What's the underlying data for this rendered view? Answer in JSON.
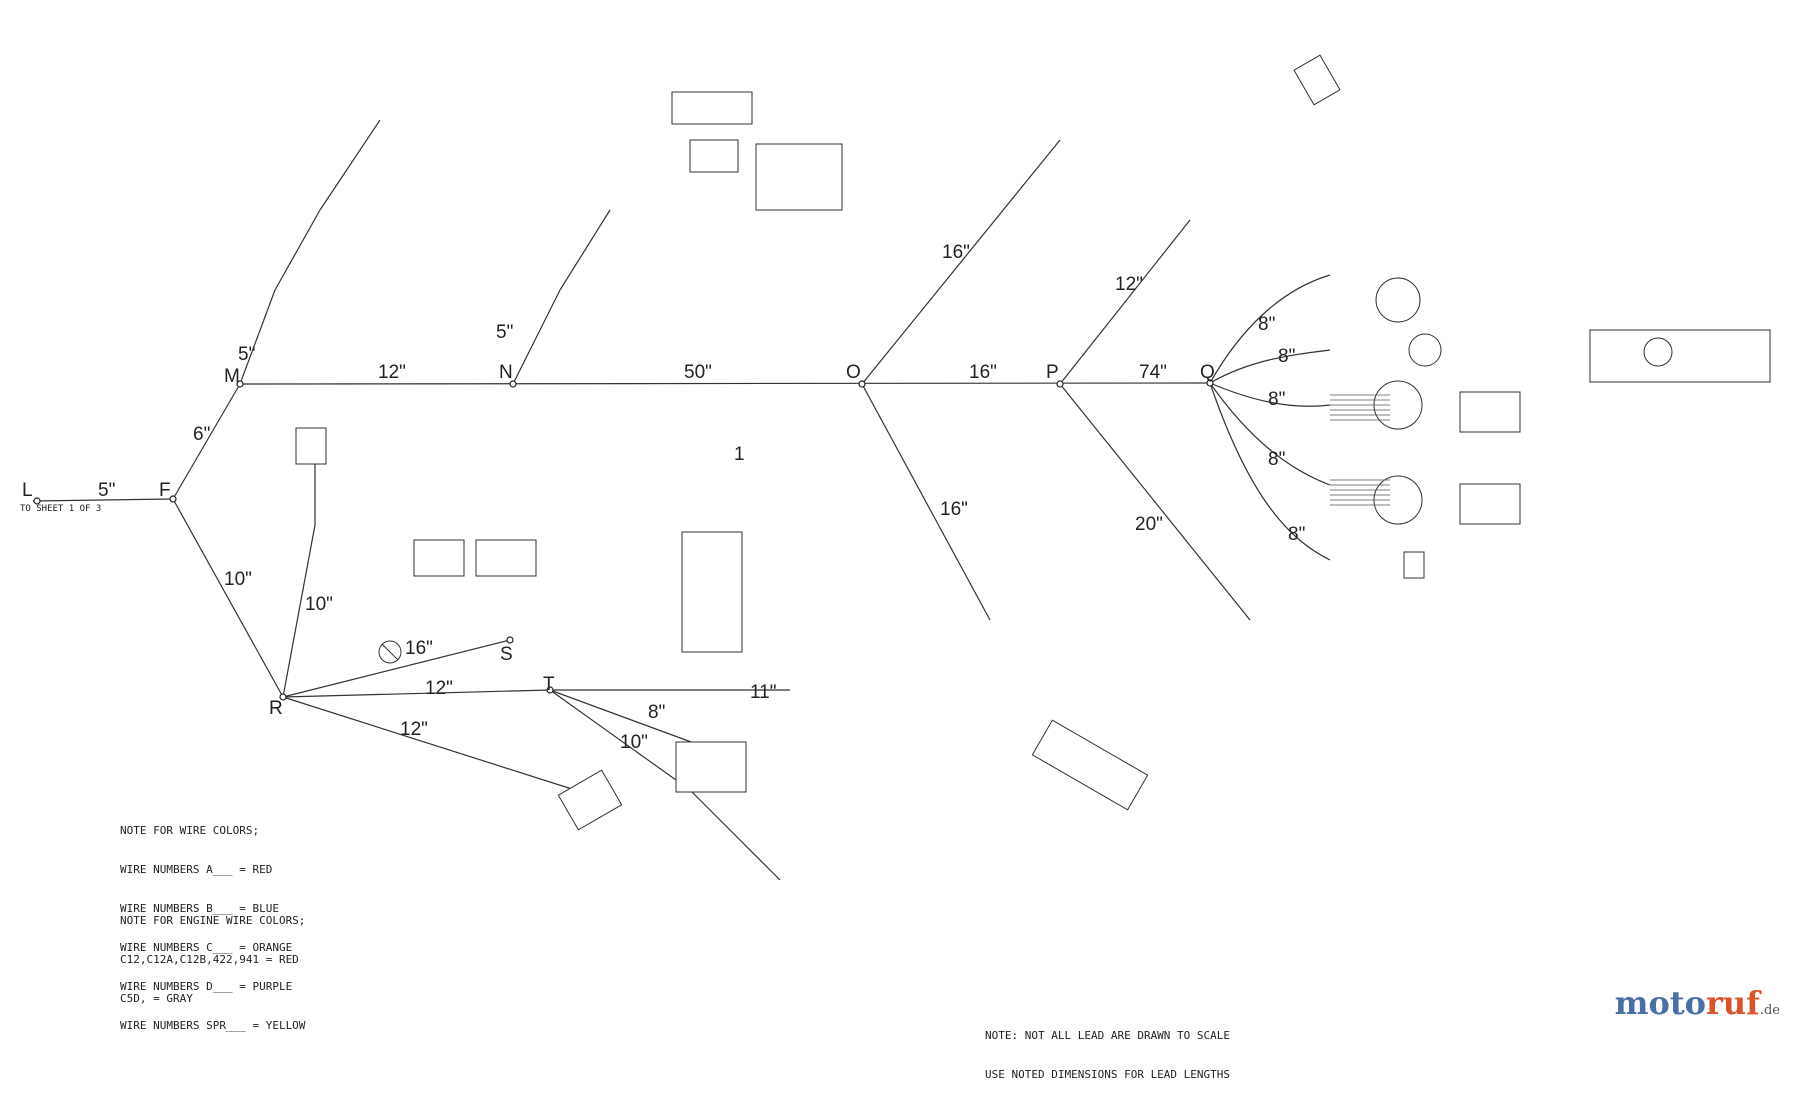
{
  "nodes": {
    "L": "L",
    "F": "F",
    "M": "M",
    "N": "N",
    "O": "O",
    "P": "P",
    "Q": "Q",
    "R": "R",
    "S": "S",
    "T": "T"
  },
  "lengths": {
    "LF": "5\"",
    "FM": "6\"",
    "FR": "10\"",
    "M_up": "5\"",
    "MN": "12\"",
    "N_up": "5\"",
    "NO": "50\"",
    "O_up": "16\"",
    "OP": "16\"",
    "PQ": "74\"",
    "P_up": "12\"",
    "O_down": "16\"",
    "P_down": "20\"",
    "Q1": "8\"",
    "Q2": "8\"",
    "Q3": "8\"",
    "Q4": "8\"",
    "Q5": "8\"",
    "RS": "16\"",
    "R_up": "10\"",
    "RT": "12\"",
    "R_down": "12\"",
    "T1": "11\"",
    "T2": "8\"",
    "T3": "10\""
  },
  "sheet_ref": "TO SHEET 1 OF 3",
  "area_label": "1",
  "wire_notes": [
    "NOTE FOR WIRE COLORS;",
    "WIRE NUMBERS A___ = RED",
    "WIRE NUMBERS B___ = BLUE",
    "WIRE NUMBERS C___ = ORANGE",
    "WIRE NUMBERS D___ = PURPLE",
    "WIRE NUMBERS SPR___ = YELLOW"
  ],
  "engine_notes": [
    "NOTE FOR ENGINE WIRE COLORS;",
    "C12,C12A,C12B,422,941 = RED",
    "C5D, = GRAY"
  ],
  "scale_note": [
    "NOTE: NOT ALL LEAD ARE DRAWN TO SCALE",
    "USE NOTED DIMENSIONS FOR LEAD LENGTHS"
  ],
  "watermark": {
    "part1": "moto",
    "part2": "ruf",
    "tld": ".de"
  }
}
